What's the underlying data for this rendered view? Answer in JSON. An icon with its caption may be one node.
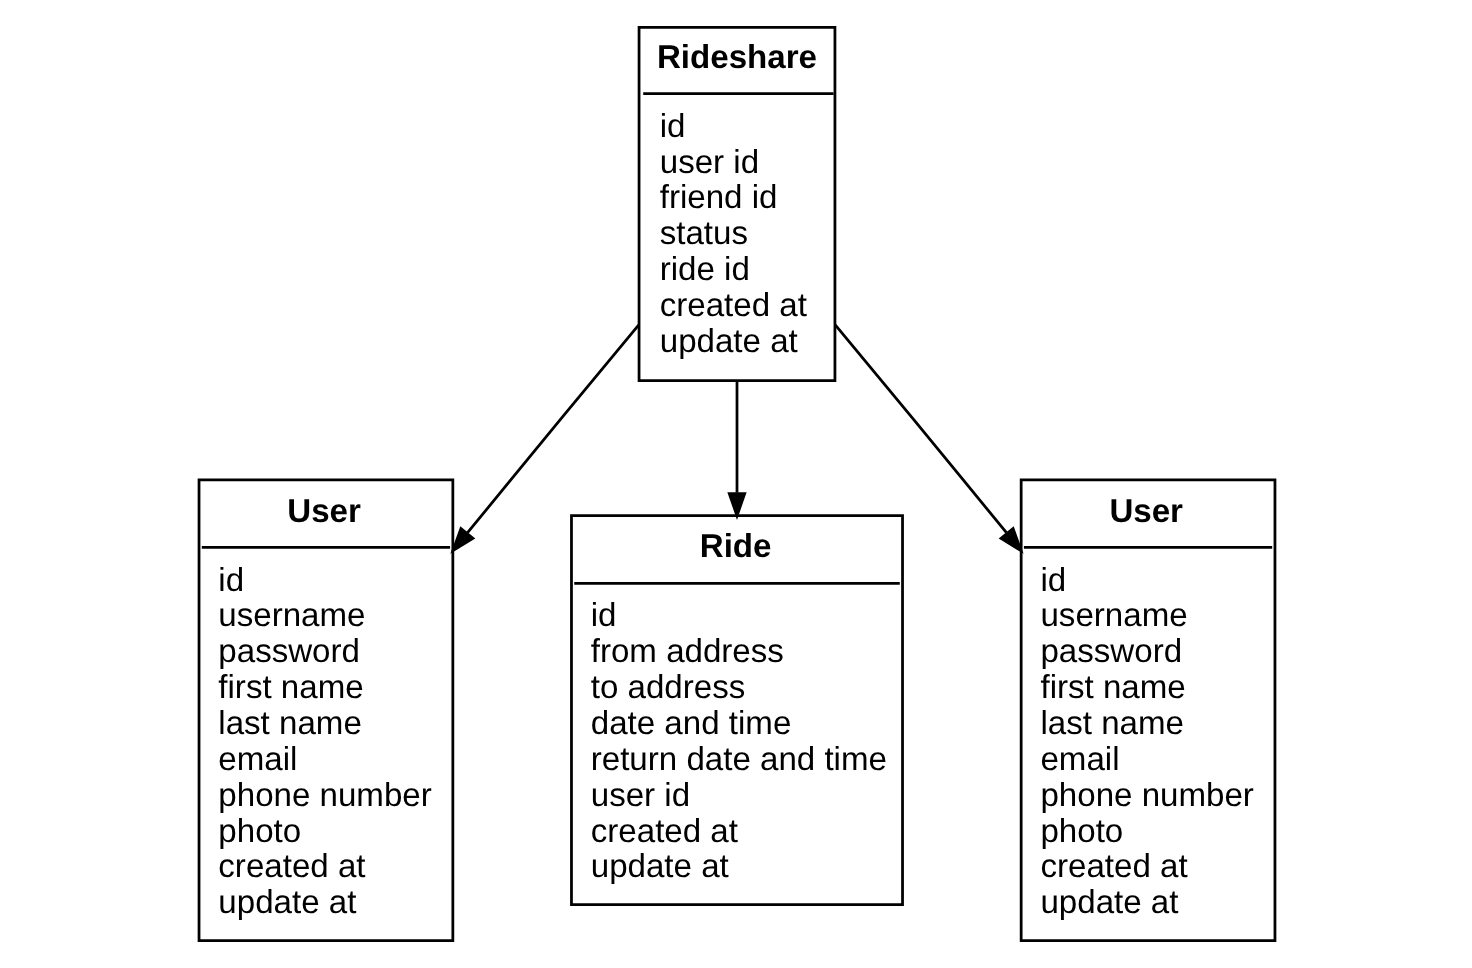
{
  "diagram": {
    "nodes": [
      {
        "text": [
          "Rideshare",
          "id",
          "user id",
          "friend id",
          "status",
          "ride id",
          "created at",
          "update at"
        ]
      },
      {
        "text": [
          "User",
          "id",
          "username",
          "password",
          "first name",
          "last name",
          "email",
          "phone number",
          "photo",
          "created at",
          "update at"
        ]
      },
      {
        "text": [
          "Ride",
          "id",
          "from address",
          "to address",
          "date and time",
          "return date and time",
          "user id",
          "created at",
          "update at"
        ]
      },
      {
        "text": [
          "User",
          "id",
          "username",
          "password",
          "first name",
          "last name",
          "email",
          "phone number",
          "photo",
          "created at",
          "update at"
        ]
      }
    ],
    "edges": [
      {
        "from": 0,
        "to": 1,
        "arrow": "to"
      },
      {
        "from": 0,
        "to": 3,
        "arrow": "to"
      },
      {
        "from": 0,
        "to": 2,
        "arrow": "to"
      }
    ]
  }
}
